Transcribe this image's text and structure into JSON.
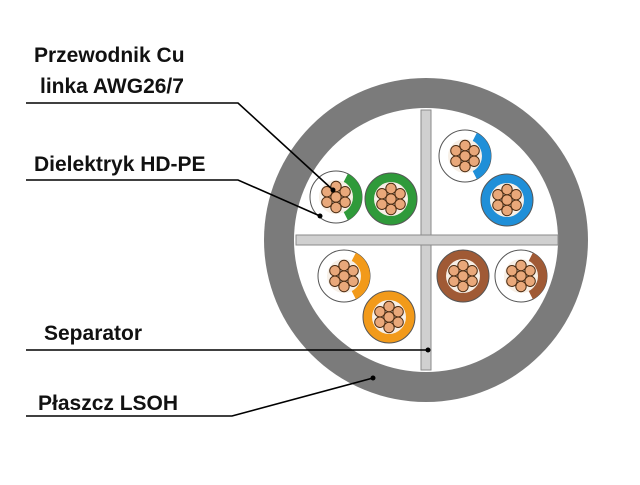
{
  "labels": {
    "conductor_line1": "Przewodnik Cu",
    "conductor_line2": "linka AWG26/7",
    "dielectric": "Dielektryk HD-PE",
    "separator": "Separator",
    "jacket": "Płaszcz LSOH"
  },
  "colors": {
    "jacket": "#7b7b7b",
    "core_fill": "#ffffff",
    "separator": "#d0d0d0",
    "copper": "#e9a87a",
    "leader": "#000000",
    "green": "#2f9a3a",
    "blue": "#1f8fd8",
    "orange": "#f29a1a",
    "brown": "#a05a35"
  },
  "pairs": [
    {
      "name": "green-pair",
      "color": "green"
    },
    {
      "name": "blue-pair",
      "color": "blue"
    },
    {
      "name": "orange-pair",
      "color": "orange"
    },
    {
      "name": "brown-pair",
      "color": "brown"
    }
  ]
}
